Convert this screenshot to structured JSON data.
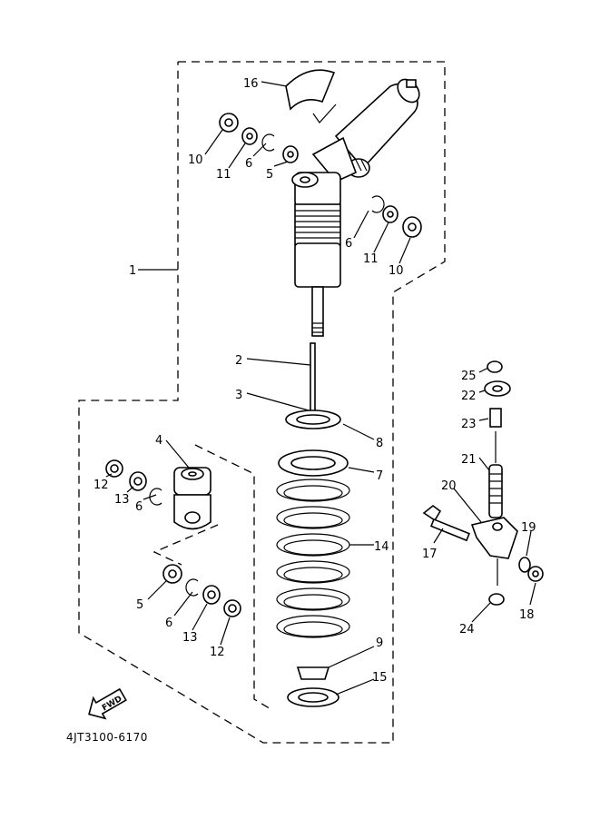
{
  "diagram": {
    "part_code": "4JT3100-6170",
    "fwd_label": "FWD",
    "labels": {
      "p16": "16",
      "p10a": "10",
      "p11a": "11",
      "p6a": "6",
      "p5a": "5",
      "p6b": "6",
      "p11b": "11",
      "p10b": "10",
      "p1": "1",
      "p2": "2",
      "p3": "3",
      "p8": "8",
      "p7": "7",
      "p4": "4",
      "p12a": "12",
      "p13a": "13",
      "p6c": "6",
      "p14": "14",
      "p5b": "5",
      "p6d": "6",
      "p13b": "13",
      "p12b": "12",
      "p9": "9",
      "p15": "15",
      "p25": "25",
      "p22": "22",
      "p23": "23",
      "p21": "21",
      "p20": "20",
      "p19": "19",
      "p17": "17",
      "p18": "18",
      "p24": "24"
    }
  }
}
